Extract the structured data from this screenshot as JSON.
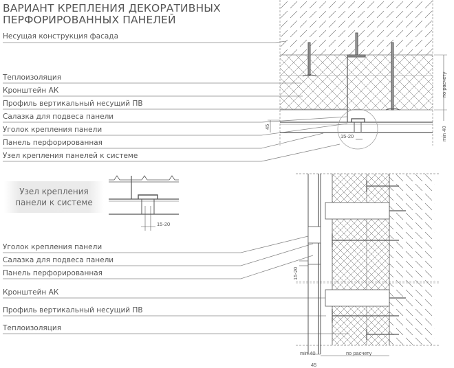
{
  "title": {
    "line1": "ВАРИАНТ КРЕПЛЕНИЯ ДЕКОРАТИВНЫХ",
    "line2": "ПЕРФОРИРОВАННЫХ ПАНЕЛЕЙ"
  },
  "top_labels": [
    "Несущая конструкция фасада",
    "Теплоизоляция",
    "Кронштейн АК",
    "Профиль вертикальный несущий ПВ",
    "Салазка для подвеса панели",
    "Уголок крепления панели",
    "Панель перфорированная",
    "Узел крепления панелей к системе"
  ],
  "node_box": {
    "line1": "Узел крепления",
    "line2": "панели к системе"
  },
  "bottom_labels": [
    "Уголок крепления панели",
    "Салазка для подвеса панели",
    "Панель перфорированная",
    "Кронштейн АК",
    "Профиль вертикальный несущий ПВ",
    "Теплоизоляция"
  ],
  "dimensions": {
    "top_po_raschetu": "по расчету",
    "top_min40": "min 40",
    "top_45": "45",
    "top_gap": "15-20",
    "detail_gap": "15-20",
    "bottom_gap": "15-20",
    "bottom_min40": "min 40",
    "bottom_po_raschetu": "по расчету",
    "bottom_45": "45"
  },
  "colors": {
    "line": "#888888",
    "text": "#555555",
    "hatch": "#777777"
  }
}
